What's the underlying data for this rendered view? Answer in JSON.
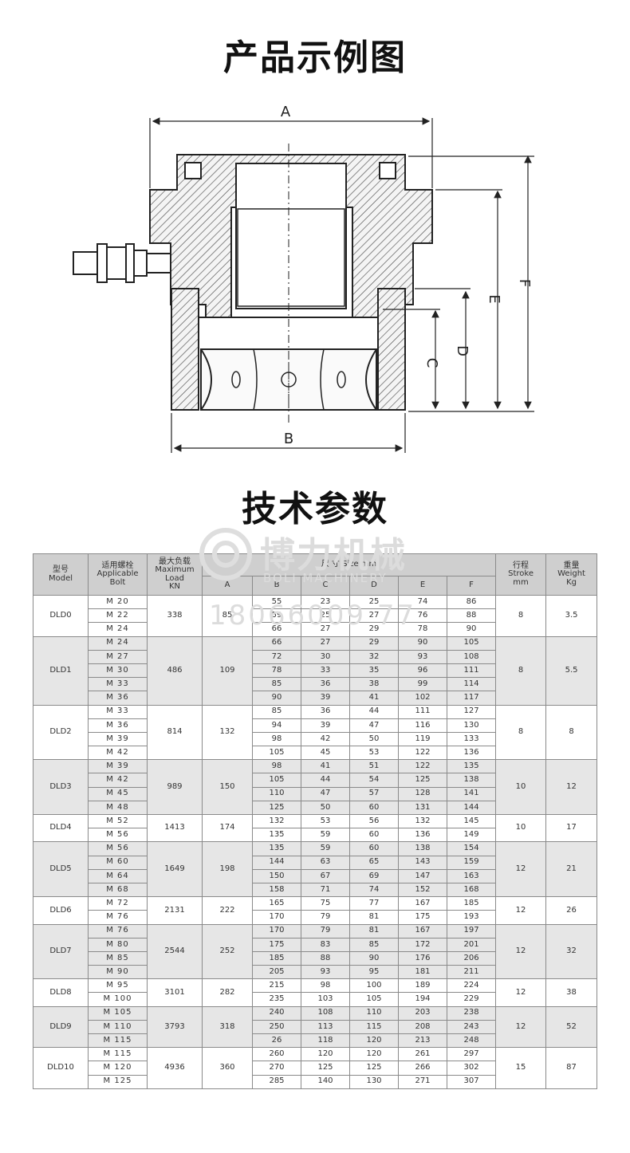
{
  "titles": {
    "example": "产品示例图",
    "params": "技术参数"
  },
  "drawing_labels": {
    "A": "A",
    "B": "B",
    "C": "C",
    "D": "D",
    "E": "E",
    "F": "F"
  },
  "watermark": {
    "name": "博力机械",
    "sub": "BOLI MACHINERY",
    "tel": "18066009 77"
  },
  "table": {
    "headers": {
      "model": "型号",
      "model_en": "Model",
      "bolt": "适用螺栓",
      "bolt_en1": "Applicable",
      "bolt_en2": "Bolt",
      "load": "最大负载",
      "load_en1": "Maximum Load",
      "load_en2": "KN",
      "size": "尺  寸  Size  mm",
      "A": "A",
      "B": "B",
      "C": "C",
      "D": "D",
      "E": "E",
      "F": "F",
      "stroke": "行程",
      "stroke_en1": "Stroke",
      "stroke_en2": "mm",
      "weight": "重量",
      "weight_en1": "Weight",
      "weight_en2": "Kg"
    },
    "groups": [
      {
        "model": "DLD0",
        "load": "338",
        "A": "85",
        "stroke": "8",
        "weight": "3.5",
        "rows": [
          [
            "M 20",
            "55",
            "23",
            "25",
            "74",
            "86"
          ],
          [
            "M 22",
            "59",
            "25",
            "27",
            "76",
            "88"
          ],
          [
            "M 24",
            "66",
            "27",
            "29",
            "78",
            "90"
          ]
        ]
      },
      {
        "model": "DLD1",
        "load": "486",
        "A": "109",
        "stroke": "8",
        "weight": "5.5",
        "rows": [
          [
            "M 24",
            "66",
            "27",
            "29",
            "90",
            "105"
          ],
          [
            "M 27",
            "72",
            "30",
            "32",
            "93",
            "108"
          ],
          [
            "M 30",
            "78",
            "33",
            "35",
            "96",
            "111"
          ],
          [
            "M 33",
            "85",
            "36",
            "38",
            "99",
            "114"
          ],
          [
            "M 36",
            "90",
            "39",
            "41",
            "102",
            "117"
          ]
        ]
      },
      {
        "model": "DLD2",
        "load": "814",
        "A": "132",
        "stroke": "8",
        "weight": "8",
        "rows": [
          [
            "M 33",
            "85",
            "36",
            "44",
            "111",
            "127"
          ],
          [
            "M 36",
            "94",
            "39",
            "47",
            "116",
            "130"
          ],
          [
            "M 39",
            "98",
            "42",
            "50",
            "119",
            "133"
          ],
          [
            "M 42",
            "105",
            "45",
            "53",
            "122",
            "136"
          ]
        ]
      },
      {
        "model": "DLD3",
        "load": "989",
        "A": "150",
        "stroke": "10",
        "weight": "12",
        "rows": [
          [
            "M 39",
            "98",
            "41",
            "51",
            "122",
            "135"
          ],
          [
            "M 42",
            "105",
            "44",
            "54",
            "125",
            "138"
          ],
          [
            "M 45",
            "110",
            "47",
            "57",
            "128",
            "141"
          ],
          [
            "M 48",
            "125",
            "50",
            "60",
            "131",
            "144"
          ]
        ]
      },
      {
        "model": "DLD4",
        "load": "1413",
        "A": "174",
        "stroke": "10",
        "weight": "17",
        "rows": [
          [
            "M 52",
            "132",
            "53",
            "56",
            "132",
            "145"
          ],
          [
            "M 56",
            "135",
            "59",
            "60",
            "136",
            "149"
          ]
        ]
      },
      {
        "model": "DLD5",
        "load": "1649",
        "A": "198",
        "stroke": "12",
        "weight": "21",
        "rows": [
          [
            "M 56",
            "135",
            "59",
            "60",
            "138",
            "154"
          ],
          [
            "M 60",
            "144",
            "63",
            "65",
            "143",
            "159"
          ],
          [
            "M 64",
            "150",
            "67",
            "69",
            "147",
            "163"
          ],
          [
            "M 68",
            "158",
            "71",
            "74",
            "152",
            "168"
          ]
        ]
      },
      {
        "model": "DLD6",
        "load": "2131",
        "A": "222",
        "stroke": "12",
        "weight": "26",
        "rows": [
          [
            "M 72",
            "165",
            "75",
            "77",
            "167",
            "185"
          ],
          [
            "M 76",
            "170",
            "79",
            "81",
            "175",
            "193"
          ]
        ]
      },
      {
        "model": "DLD7",
        "load": "2544",
        "A": "252",
        "stroke": "12",
        "weight": "32",
        "rows": [
          [
            "M 76",
            "170",
            "79",
            "81",
            "167",
            "197"
          ],
          [
            "M 80",
            "175",
            "83",
            "85",
            "172",
            "201"
          ],
          [
            "M 85",
            "185",
            "88",
            "90",
            "176",
            "206"
          ],
          [
            "M 90",
            "205",
            "93",
            "95",
            "181",
            "211"
          ]
        ]
      },
      {
        "model": "DLD8",
        "load": "3101",
        "A": "282",
        "stroke": "12",
        "weight": "38",
        "rows": [
          [
            "M 95",
            "215",
            "98",
            "100",
            "189",
            "224"
          ],
          [
            "M 100",
            "235",
            "103",
            "105",
            "194",
            "229"
          ]
        ]
      },
      {
        "model": "DLD9",
        "load": "3793",
        "A": "318",
        "stroke": "12",
        "weight": "52",
        "rows": [
          [
            "M 105",
            "240",
            "108",
            "110",
            "203",
            "238"
          ],
          [
            "M 110",
            "250",
            "113",
            "115",
            "208",
            "243"
          ],
          [
            "M 115",
            "26",
            "118",
            "120",
            "213",
            "248"
          ]
        ]
      },
      {
        "model": "DLD10",
        "load": "4936",
        "A": "360",
        "stroke": "15",
        "weight": "87",
        "rows": [
          [
            "M 115",
            "260",
            "120",
            "120",
            "261",
            "297"
          ],
          [
            "M 120",
            "270",
            "125",
            "125",
            "266",
            "302"
          ],
          [
            "M 125",
            "285",
            "140",
            "130",
            "271",
            "307"
          ]
        ]
      }
    ]
  }
}
